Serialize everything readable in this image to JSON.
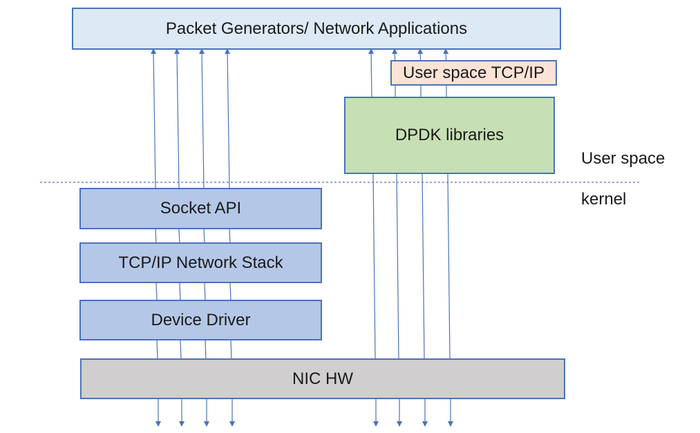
{
  "boxes": {
    "apps": "Packet Generators/ Network Applications",
    "user_tcpip": "User space TCP/IP",
    "dpdk": "DPDK libraries",
    "socket_api": "Socket API",
    "tcpip_stack": "TCP/IP Network Stack",
    "device_driver": "Device Driver",
    "nic_hw": "NIC HW"
  },
  "regions": {
    "user_space": "User space",
    "kernel": "kernel"
  },
  "colors": {
    "border": "#4a72b8",
    "apps_fill": "#dde9f5",
    "user_tcpip_fill": "#fbe3d6",
    "dpdk_fill": "#c6e0b4",
    "kernel_box_fill": "#b4c7e7",
    "nic_fill": "#d0cece",
    "arrow": "#4a72b8"
  }
}
